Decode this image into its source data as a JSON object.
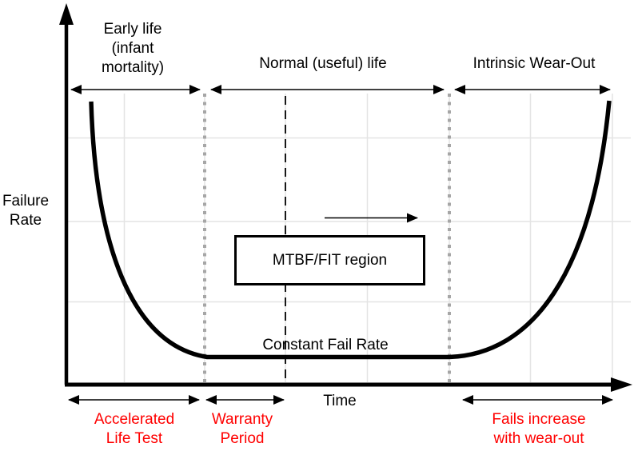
{
  "diagram": {
    "y_axis_label": {
      "line1": "Failure",
      "line2": "Rate"
    },
    "x_axis_label": "Time",
    "top_regions": {
      "early_life": {
        "line1": "Early life",
        "line2": "(infant",
        "line3": "mortality)"
      },
      "normal_life": "Normal (useful) life",
      "intrinsic_wear_out": "Intrinsic Wear-Out"
    },
    "annotations": {
      "mtbf_box": "MTBF/FIT region",
      "constant_fail_rate": "Constant Fail Rate"
    },
    "bottom_regions": {
      "accelerated_life_test": {
        "line1": "Accelerated",
        "line2": "Life Test"
      },
      "warranty_period": {
        "line1": "Warranty",
        "line2": "Period"
      },
      "fails_increase": {
        "line1": "Fails increase",
        "line2": "with wear-out"
      }
    },
    "colors": {
      "curve": "#000000",
      "axis": "#000000",
      "bottom_label_red": "#FF0000",
      "gridline": "#E4E4E4",
      "dotted_divider_gray": "#A6A6A6",
      "dashed_divider_black": "#000000",
      "background": "#FFFFFF"
    }
  },
  "chart_data": {
    "type": "line",
    "title": "",
    "xlabel": "Time",
    "ylabel": "Failure Rate",
    "x_tick_labels": [],
    "y_tick_labels": [],
    "grid": true,
    "legend": false,
    "curve_shape": "bathtub",
    "series": [
      {
        "name": "failure-rate-bathtub-curve",
        "x_normalized": [
          0.044,
          0.05,
          0.08,
          0.12,
          0.17,
          0.22,
          0.25,
          0.5,
          0.675,
          0.73,
          0.79,
          0.85,
          0.91,
          0.945,
          0.96
        ],
        "y_normalized": [
          1.0,
          0.75,
          0.45,
          0.27,
          0.15,
          0.11,
          0.097,
          0.097,
          0.097,
          0.11,
          0.17,
          0.29,
          0.52,
          0.82,
          1.0
        ]
      }
    ],
    "region_boundaries_x_normalized": {
      "early_to_normal_dotted": 0.244,
      "warranty_end_dashed": 0.387,
      "normal_to_wearout_dotted": 0.677
    },
    "segments": {
      "early_life": "steep decreasing failure rate",
      "normal_life": "constant minimum failure rate",
      "wear_out": "steep increasing failure rate"
    }
  }
}
